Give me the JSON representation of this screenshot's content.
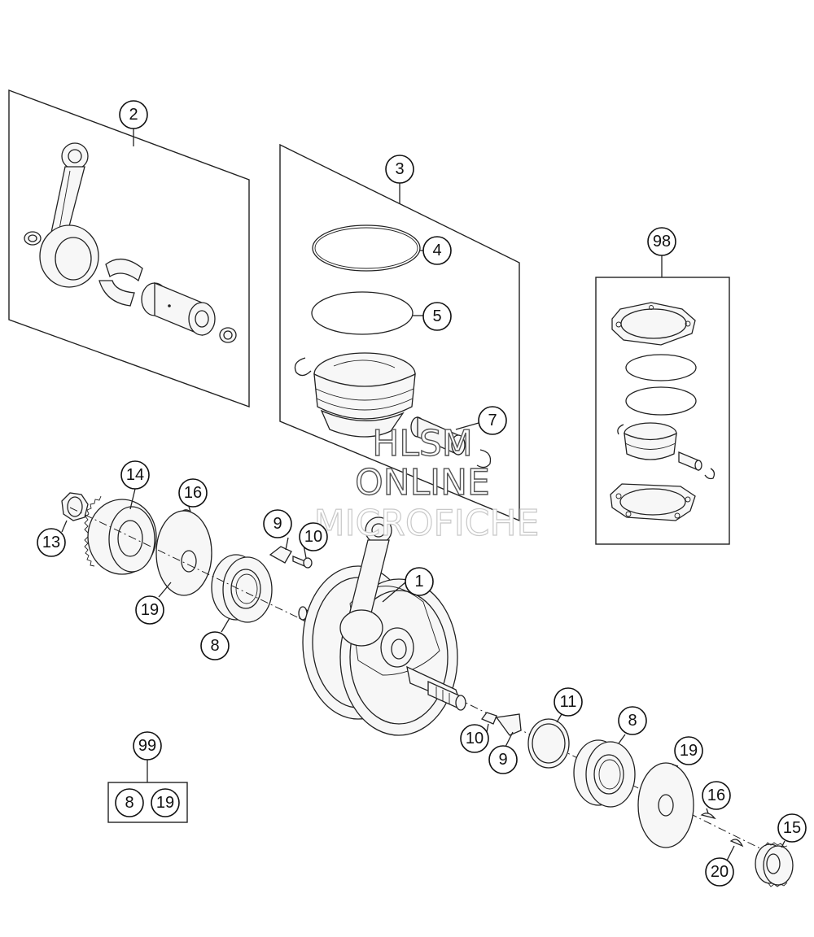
{
  "callouts": {
    "c1": "1",
    "c2": "2",
    "c3": "3",
    "c4": "4",
    "c5": "5",
    "c7": "7",
    "c8a": "8",
    "c8b": "8",
    "c8c": "8",
    "c9a": "9",
    "c9b": "9",
    "c10a": "10",
    "c10b": "10",
    "c11": "11",
    "c13": "13",
    "c14": "14",
    "c15": "15",
    "c16a": "16",
    "c16b": "16",
    "c19a": "19",
    "c19b": "19",
    "c19c": "19",
    "c20": "20",
    "c98": "98",
    "c99": "99"
  },
  "watermark": {
    "line1": "HLSM",
    "line2": "ONLINE",
    "line3": "MICROFICHE"
  }
}
